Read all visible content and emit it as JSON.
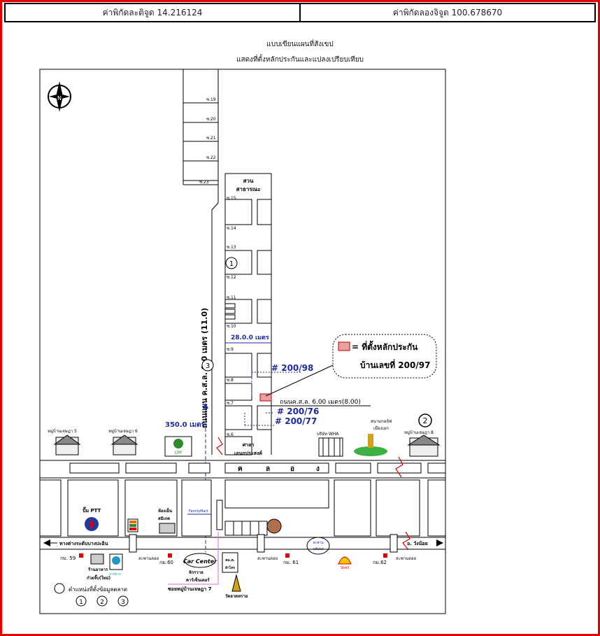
{
  "header": {
    "latitude_label": "ค่าพิกัดละติจูด 14.216124",
    "longitude_label": "ค่าพิกัดลองจิจูด 100.678670"
  },
  "map": {
    "title_line1": "แบบเขียนแผนที่สังเขป",
    "title_line2": "แสดงที่ตั้งหลักประกันและแปลงเปรียบเทียบ",
    "north_label": "N",
    "side_lots": [
      "ซ.19",
      "ซ.20",
      "ซ.21",
      "ซ.22",
      "ซ.23"
    ],
    "main_lots": [
      "ซ.15",
      "ซ.14",
      "ซ.13",
      "ซ.12",
      "ซ.11",
      "ซ.10",
      "ซ.9",
      "ซ.8",
      "ซ.7",
      "ซ.6"
    ],
    "park_label_1": "สวน",
    "park_label_2": "สาธารณะ",
    "main_road": "ถนนแผน ค.ส.ล. 9.0 เมตร (11.0)",
    "width_label": "28.0.0 เมตร",
    "distance_label": "350.0 เมตร",
    "side_road": "ถนนค.ส.ล. 6.00 เมตร(8.00)",
    "collateral_legend": "= ที่ตั้งหลักประกัน",
    "collateral_house": "บ้านเลขที่ 200/97",
    "comparables": [
      "# 200/98",
      "# 200/76",
      "# 200/77"
    ],
    "marker_1": "1",
    "marker_2": "2",
    "marker_3": "3",
    "canal_letters": [
      "ค",
      "ล",
      "อ",
      "ง"
    ],
    "village_5": "หมู่บ้านเจษฎา 5",
    "village_6": "หมู่บ้านเจษฎา 6",
    "village_8": "หมู่บ้านเจษฎา 8",
    "cpf": "CPF",
    "sala_1": "ศาลา",
    "sala_2": "เอนกประสงค์",
    "wha": "บริษัท WHA",
    "golf_1": "สนามกอล์ฟ",
    "golf_2": "เมืองเอก",
    "ptt": "ปั๊ม PTT",
    "shop_1": "ห้องเย็น",
    "shop_2": "สมิเกด",
    "familymart": "FamilyMart",
    "flyover_1": "สะพาน",
    "flyover_2": "กลับรถ",
    "road_left": "ทางต่างระดับบางปะอิน",
    "road_right": "อ. วังน้อย",
    "km59": "กม. 59",
    "km60": "กม.60",
    "km61": "กม. 61",
    "km62": "กม.62",
    "skybridge": "สะพานลอย",
    "rest_1": "ร้านอาหาร",
    "rest_2": "ก๋วยจั๊บ(ใหม่)",
    "bangchak": "บางจาก",
    "carcenter": "Car Center",
    "car_1": "จักรวาล",
    "car_2": "คาร์เซ็นเตอร์",
    "police_1": "ตม.ต.",
    "police_2": "ลำไทร",
    "temple": "วัดลาดทราย",
    "shell": "Shell",
    "soi7": "ซอยหมู่บ้านเจษฎา 7",
    "legend_text": "ตำแหน่งที่ตั้งข้อมูลตลาด",
    "legend_nums": [
      "1",
      "2",
      "3"
    ]
  }
}
